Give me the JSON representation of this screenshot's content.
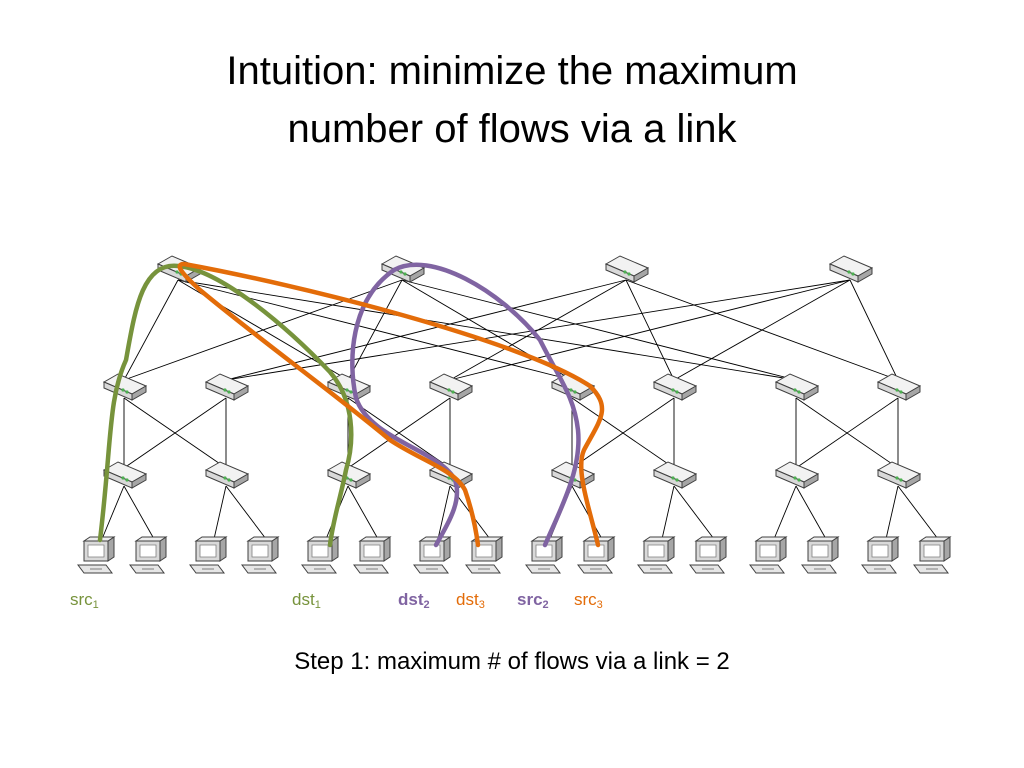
{
  "slide": {
    "title_line1": "Intuition: minimize the maximum",
    "title_line2": "number of flows via a link",
    "caption": "Step 1: maximum # of flows via a link = 2"
  },
  "colors": {
    "flow1": "#77933c",
    "flow2": "#8064a2",
    "flow3": "#e36c09",
    "link": "#000000",
    "device_body": "#d9d9d9",
    "device_edge": "#404040"
  },
  "labels": [
    {
      "id": "src1",
      "base": "src",
      "sub": "1",
      "color": "#77933c",
      "bold": false
    },
    {
      "id": "dst1",
      "base": "dst",
      "sub": "1",
      "color": "#77933c",
      "bold": false
    },
    {
      "id": "dst2",
      "base": "dst",
      "sub": "2",
      "color": "#8064a2",
      "bold": true
    },
    {
      "id": "dst3",
      "base": "dst",
      "sub": "3",
      "color": "#e36c09",
      "bold": false
    },
    {
      "id": "src2",
      "base": "src",
      "sub": "2",
      "color": "#8064a2",
      "bold": true
    },
    {
      "id": "src3",
      "base": "src",
      "sub": "3",
      "color": "#e36c09",
      "bold": false
    }
  ],
  "topology": {
    "core_switches": 4,
    "pods": 4,
    "aggregation_per_pod": 2,
    "edge_per_pod": 2,
    "hosts_per_edge": 2
  },
  "icons": {
    "switch": "network-switch-icon",
    "host": "computer-icon"
  }
}
